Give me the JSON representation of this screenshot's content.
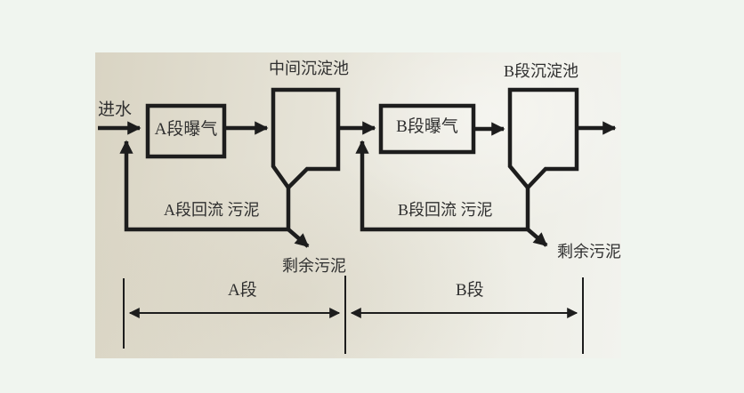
{
  "page": {
    "background_color": "#f0f5ef"
  },
  "photo": {
    "paper_color_left": "#d9d4c3",
    "paper_color_right": "#f2f3ee"
  },
  "style": {
    "line_color": "#1d1d1d",
    "text_color": "#2f2f2f"
  },
  "diagram": {
    "influent_label": "进水",
    "a_aeration_label": "A段曝气",
    "intermediate_clarifier_label": "中间沉淀池",
    "b_aeration_label": "B段曝气",
    "b_clarifier_label": "B段沉淀池",
    "a_return_sludge_label": "A段回流 污泥",
    "b_return_sludge_label": "B段回流 污泥",
    "a_excess_sludge_label": "剩余污泥",
    "b_excess_sludge_label": "剩余污泥",
    "a_stage_label": "A段",
    "b_stage_label": "B段"
  }
}
